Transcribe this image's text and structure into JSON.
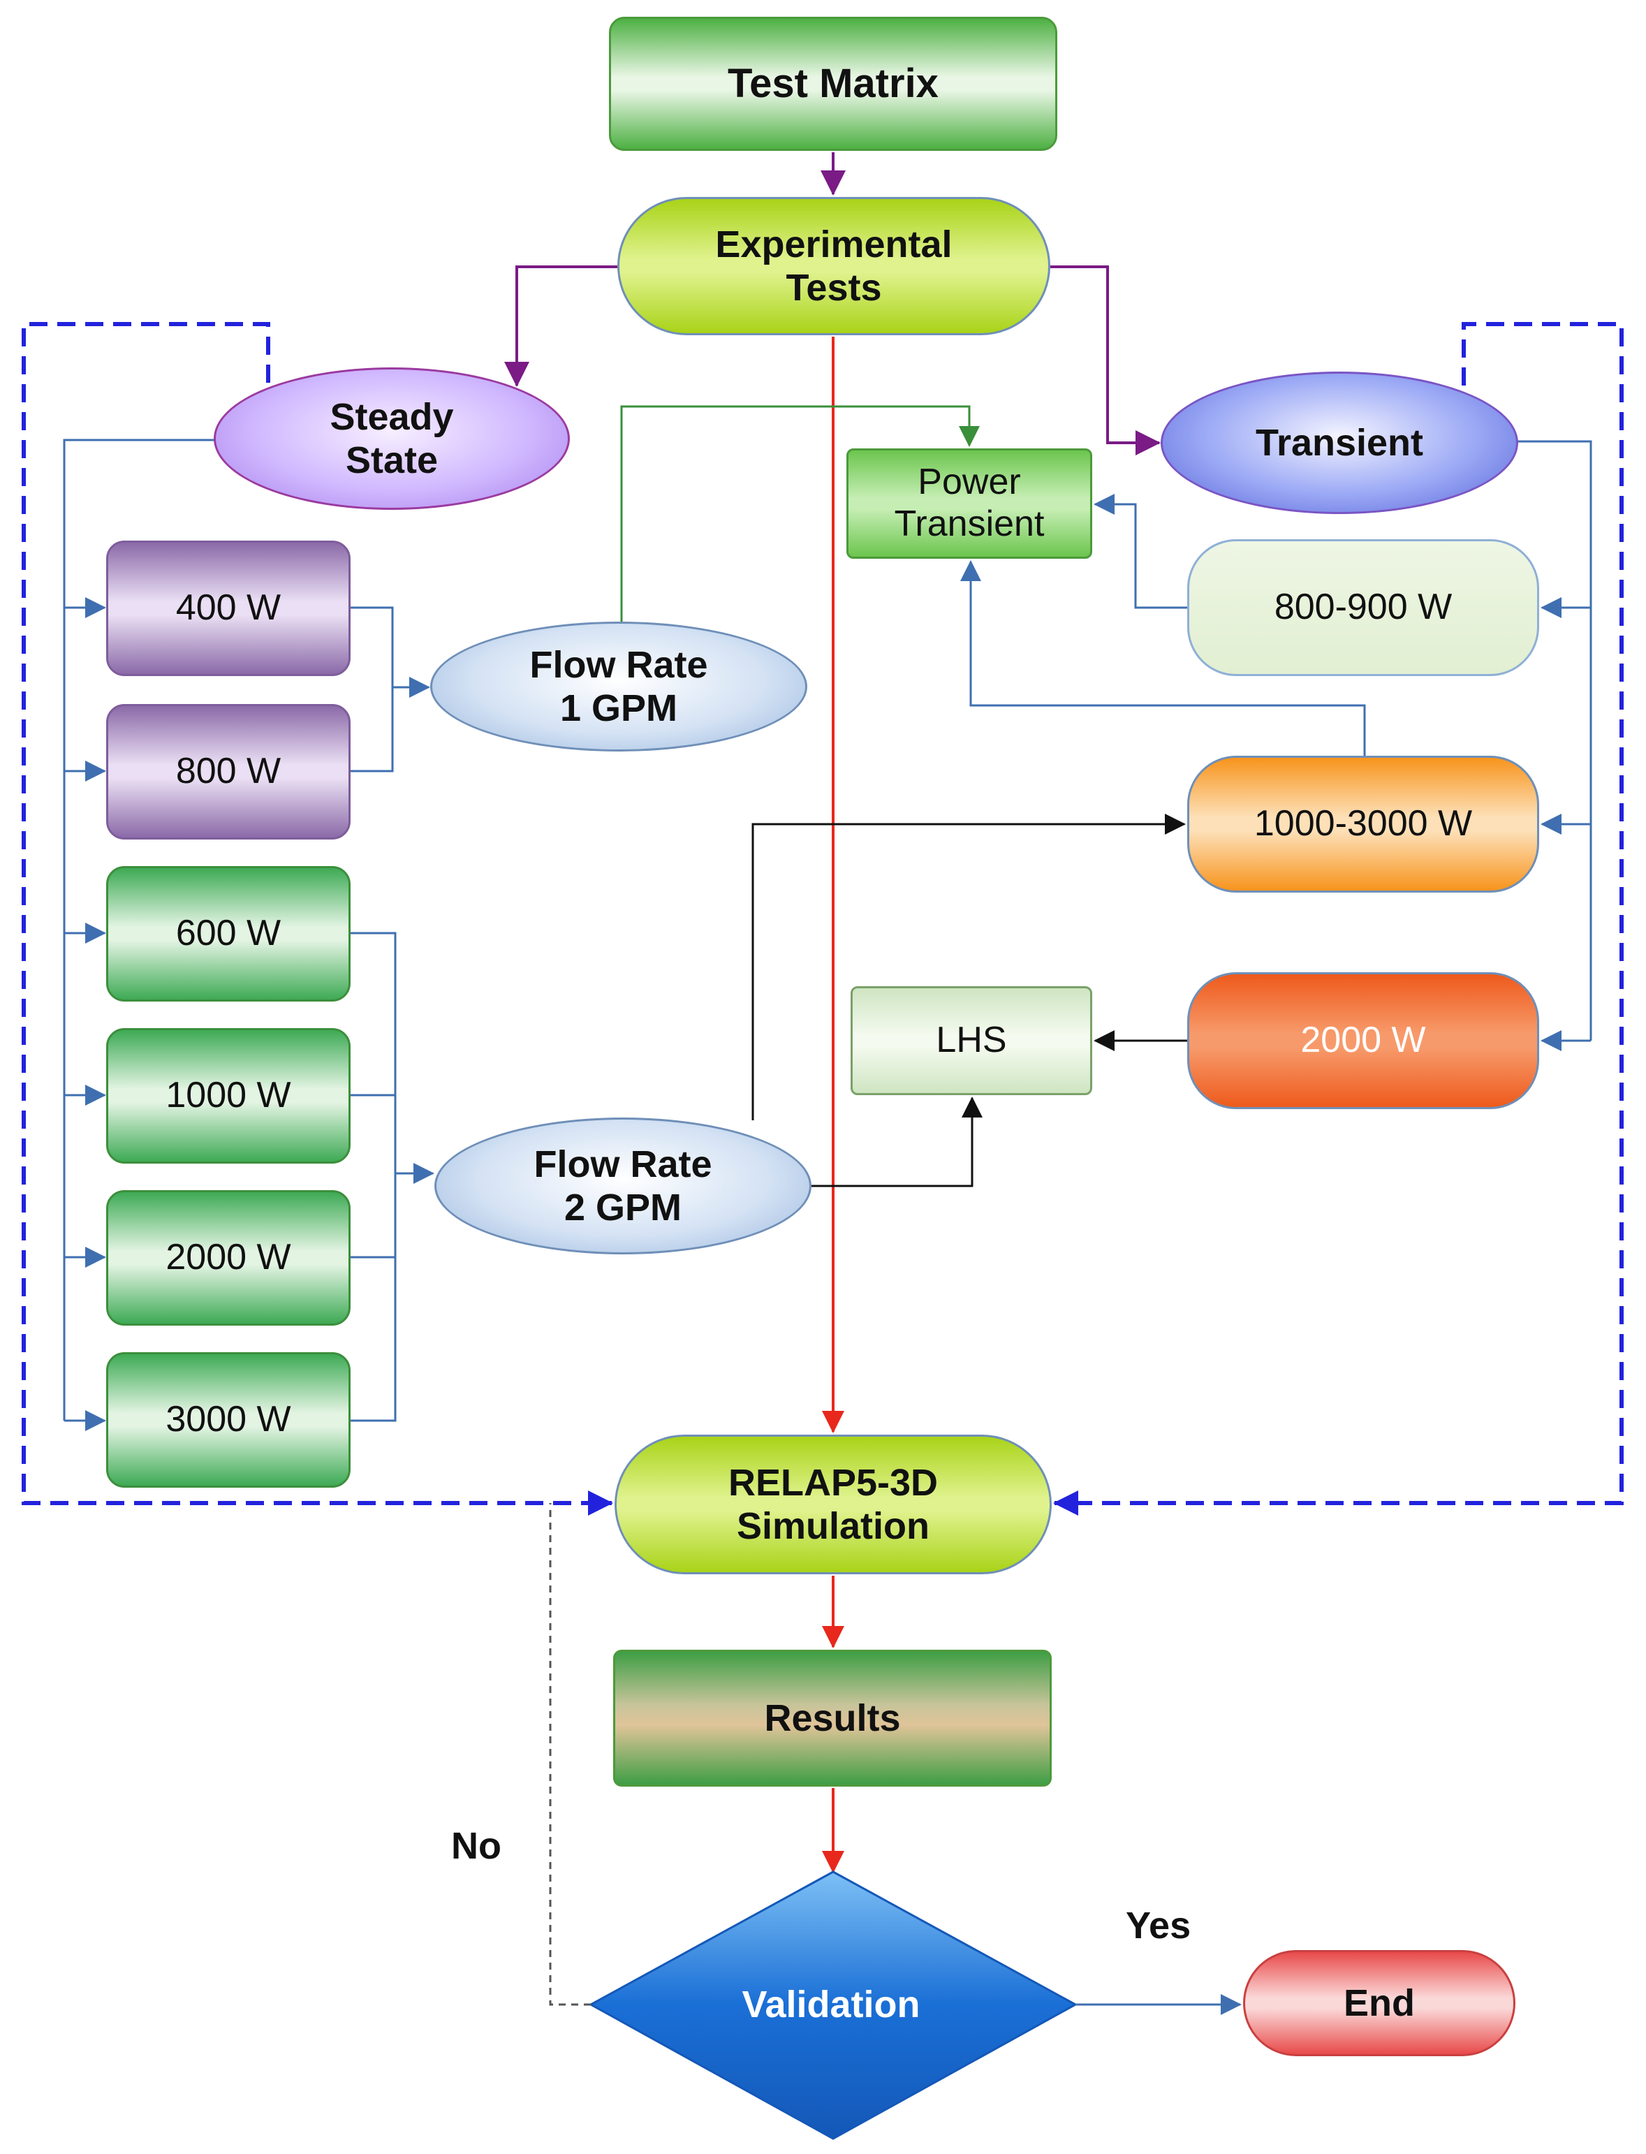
{
  "nodes": {
    "test_matrix": "Test Matrix",
    "experimental_tests": "Experimental\nTests",
    "steady_state": "Steady\nState",
    "transient": "Transient",
    "power_transient": "Power\nTransient",
    "w400": "400 W",
    "w800": "800 W",
    "w600": "600 W",
    "w1000": "1000 W",
    "w2000_left": "2000 W",
    "w3000": "3000 W",
    "flow_rate_1": "Flow Rate\n1 GPM",
    "flow_rate_2": "Flow Rate\n2 GPM",
    "w800_900": "800-900 W",
    "w1000_3000": "1000-3000 W",
    "w2000_right": "2000 W",
    "lhs": "LHS",
    "relap": "RELAP5-3D\nSimulation",
    "results": "Results",
    "validation": "Validation",
    "end": "End"
  },
  "edge_labels": {
    "no": "No",
    "yes": "Yes"
  },
  "colors": {
    "purple_arrow": "#7a1b86",
    "red_arrow": "#e8281c",
    "blue_arrow": "#3f6fb0",
    "green_arrow": "#3a8f3a",
    "dashed_blue": "#2222dd",
    "validation_diamond": "#1a6fd6"
  }
}
